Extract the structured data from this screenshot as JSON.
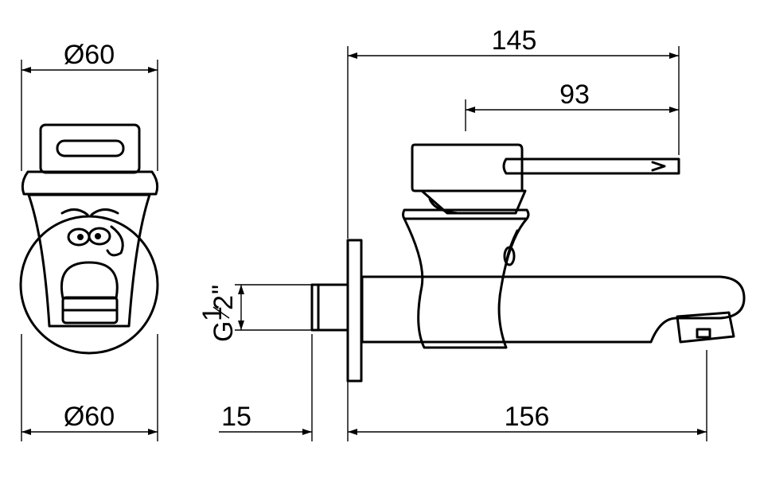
{
  "dimensions": {
    "front_top_diameter": "Ø60",
    "front_bottom_diameter": "Ø60",
    "overall_height": "145",
    "lever_length": "93",
    "thread_length": "15",
    "spout_length": "156"
  },
  "thread": {
    "g": "G",
    "num": "1",
    "den": "2",
    "inch": "\""
  },
  "colors": {
    "line": "#000000",
    "background": "#ffffff"
  }
}
